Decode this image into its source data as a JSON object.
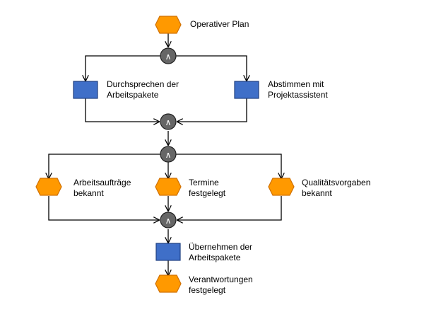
{
  "nodes": {
    "operativer_plan": {
      "line1": "Operativer Plan"
    },
    "durchsprechen": {
      "line1": "Durchsprechen der",
      "line2": "Arbeitspakete"
    },
    "abstimmen": {
      "line1": "Abstimmen mit",
      "line2": "Projektassistent"
    },
    "arbeitsauftraege": {
      "line1": "Arbeitsaufträge",
      "line2": "bekannt"
    },
    "termine": {
      "line1": "Termine",
      "line2": "festgelegt"
    },
    "qualitaet": {
      "line1": "Qualitätsvorgaben",
      "line2": "bekannt"
    },
    "uebernehmen": {
      "line1": "Übernehmen der",
      "line2": "Arbeitspakete"
    },
    "verantwortungen": {
      "line1": "Verantwortungen",
      "line2": "festgelegt"
    }
  },
  "connector_symbol": "∧",
  "colors": {
    "event_fill": "#FF9900",
    "event_stroke": "#D07000",
    "function_fill": "#3F6FC8",
    "function_stroke": "#1F3F80",
    "connector_fill": "#666666",
    "connector_stroke": "#222222",
    "line": "#000000"
  }
}
